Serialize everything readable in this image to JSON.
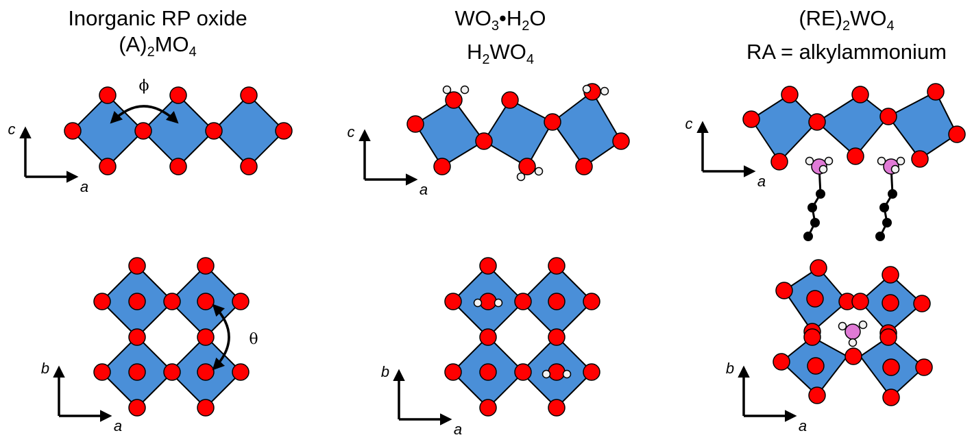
{
  "colors": {
    "octahedron": "#4a8fd8",
    "oxygen": "#ff0000",
    "hydrogen": "#f2f2f2",
    "nitrogen": "#e07ad6",
    "carbon": "#000000",
    "outline": "#000000"
  },
  "panels": [
    {
      "title_line1": "Inorganic RP oxide",
      "title_line2": "(A)",
      "title_line2_sub": "2",
      "title_line2_rest": "MO",
      "title_line2_sub2": "4",
      "side_axes": [
        "c",
        "a"
      ],
      "top_axes": [
        "b",
        "a"
      ],
      "angle_side": "ϕ",
      "angle_top": "θ"
    },
    {
      "title_line1_a": "WO",
      "title_line1_sub": "3",
      "title_line1_b": "•H",
      "title_line1_sub2": "2",
      "title_line1_c": "O",
      "title_line2_a": "H",
      "title_line2_sub": "2",
      "title_line2_b": "WO",
      "title_line2_sub2": "4",
      "side_axes": [
        "c",
        "a"
      ],
      "top_axes": [
        "b",
        "a"
      ]
    },
    {
      "title_line1_a": "(RE)",
      "title_line1_sub": "2",
      "title_line1_b": "WO",
      "title_line1_sub2": "4",
      "title_line2": "RA = alkylammonium",
      "side_axes": [
        "c",
        "a"
      ],
      "top_axes": [
        "b",
        "a"
      ]
    }
  ]
}
